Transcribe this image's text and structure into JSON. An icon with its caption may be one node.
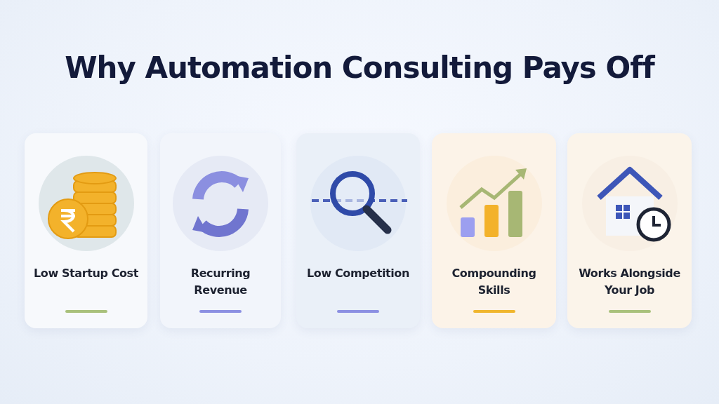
{
  "diagram": {
    "title": "Why Automation Consulting Pays Off",
    "nodes": [
      {
        "text": [
          "Low Startup Cost"
        ]
      },
      {
        "text": [
          "Recurring Revenue"
        ]
      },
      {
        "text": [
          "Low Competition"
        ]
      },
      {
        "text": [
          "Compounding Skills"
        ]
      },
      {
        "text": [
          "Works Alongside Your Job"
        ]
      }
    ]
  }
}
